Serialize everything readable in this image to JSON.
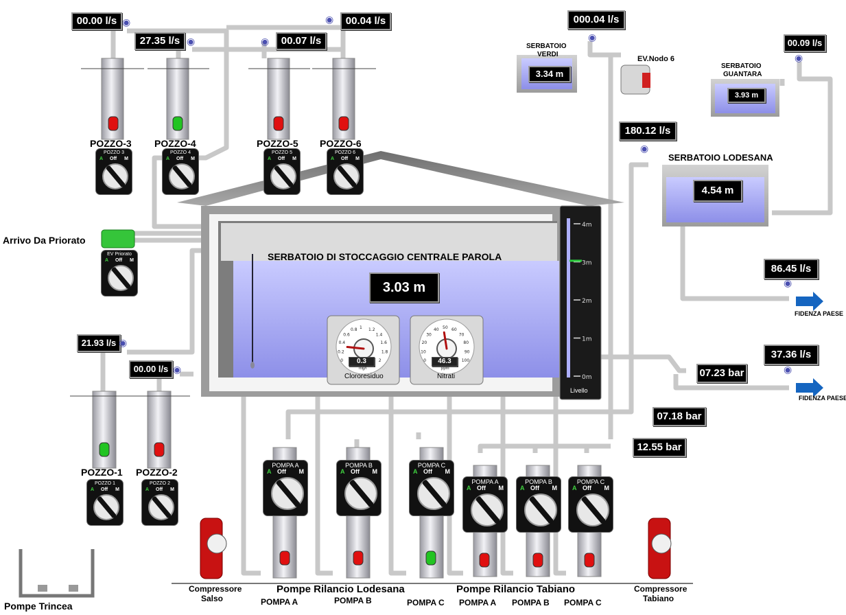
{
  "wells": {
    "pozzo1": {
      "label": "POZZO-1",
      "selector": "POZZO 1",
      "flow": "21.93  l/s",
      "status_color": "#22c422"
    },
    "pozzo2": {
      "label": "POZZO-2",
      "selector": "POZZO 2",
      "flow": "00.00  l/s",
      "status_color": "#e01010"
    },
    "pozzo3": {
      "label": "POZZO-3",
      "selector": "POZZO 3",
      "flow": "00.00  l/s",
      "status_color": "#e01010"
    },
    "pozzo4": {
      "label": "POZZO-4",
      "selector": "POZZO 4",
      "flow": "27.35  l/s",
      "status_color": "#22c422"
    },
    "pozzo5": {
      "label": "POZZO-5",
      "selector": "POZZO 5",
      "flow": "00.07  l/s",
      "status_color": "#e01010"
    },
    "pozzo6": {
      "label": "POZZO-6",
      "selector": "POZZO 6",
      "flow": "00.04  l/s",
      "status_color": "#e01010"
    }
  },
  "selector_positions": {
    "auto": "A",
    "off": "Off",
    "manual": "M"
  },
  "priorato": {
    "label": "Arrivo Da Priorato",
    "selector": "EV Priorato"
  },
  "central_tank": {
    "title": "SERBATOIO DI STOCCAGGIO CENTRALE PAROLA",
    "level": "3.03  m",
    "level_fraction": 0.61
  },
  "level_gauge": {
    "label": "Livello",
    "ticks": [
      "4m",
      "3m",
      "2m",
      "1m",
      "0m"
    ],
    "value_m": 3.03
  },
  "gauge_chloro": {
    "label": "Clororesiduo",
    "value": "0.3",
    "unit": "mg/l",
    "ticks": [
      "0",
      "0.2",
      "0.4",
      "0.6",
      "0.8",
      "1",
      "1.2",
      "1.4",
      "1.6",
      "1.8",
      "2"
    ],
    "numeric": 0.3
  },
  "gauge_nitrati": {
    "label": "Nitrati",
    "value": "46.3",
    "unit": "ppm",
    "ticks": [
      "0",
      "10",
      "20",
      "30",
      "40",
      "50",
      "60",
      "70",
      "80",
      "90",
      "100"
    ],
    "numeric": 46.3
  },
  "verdi": {
    "title_line1": "SERBATOIO",
    "title_line2": "VERDI",
    "level": "3.34  m",
    "flow": "000.04 l/s"
  },
  "ev_nodo6": {
    "label": "EV.Nodo 6"
  },
  "guantara": {
    "title_line1": "SERBATOIO",
    "title_line2": "GUANTARA",
    "level": "3.93  m",
    "flow": "00.09  l/s"
  },
  "lodesana_tank": {
    "title": "SERBATOIO LODESANA",
    "level": "4.54  m",
    "inflow": "180.12 l/s"
  },
  "fidenza1": {
    "flow": "86.45   l/s",
    "label": "FIDENZA PAESE"
  },
  "fidenza2": {
    "flow": "37.36   l/s",
    "label": "FIDENZA PAESE",
    "pressure": "07.23 bar"
  },
  "pressures": {
    "lodesana": "07.18 bar",
    "tabiano": "12.55 bar"
  },
  "pumps_lodesana": {
    "title": "Pompe  Rilancio  Lodesana",
    "pumps": [
      {
        "selector": "POMPA A",
        "name": "POMPA A",
        "status_color": "#e01010"
      },
      {
        "selector": "POMPA B",
        "name": "POMPA B",
        "status_color": "#e01010"
      },
      {
        "selector": "POMPA C",
        "name": "POMPA C",
        "status_color": "#22c422"
      }
    ]
  },
  "pumps_tabiano": {
    "title": "Pompe  Rilancio  Tabiano",
    "pumps": [
      {
        "selector": "POMPA A",
        "name": "POMPA A",
        "status_color": "#e01010"
      },
      {
        "selector": "POMPA B",
        "name": "POMPA B",
        "status_color": "#e01010"
      },
      {
        "selector": "POMPA C",
        "name": "POMPA C",
        "status_color": "#e01010"
      }
    ]
  },
  "compressors": {
    "salso_line1": "Compressore",
    "salso_line2": "Salso",
    "tabiano_line1": "Compressore",
    "tabiano_line2": "Tabiano"
  },
  "trincea": {
    "label": "Pompe Trincea"
  },
  "colors": {
    "water": "#a9abf2",
    "pipe": "#d8d8d8",
    "display_bg": "#000000",
    "run_green": "#22c422",
    "stop_red": "#e01010",
    "flow_arrow": "#1565c0"
  }
}
